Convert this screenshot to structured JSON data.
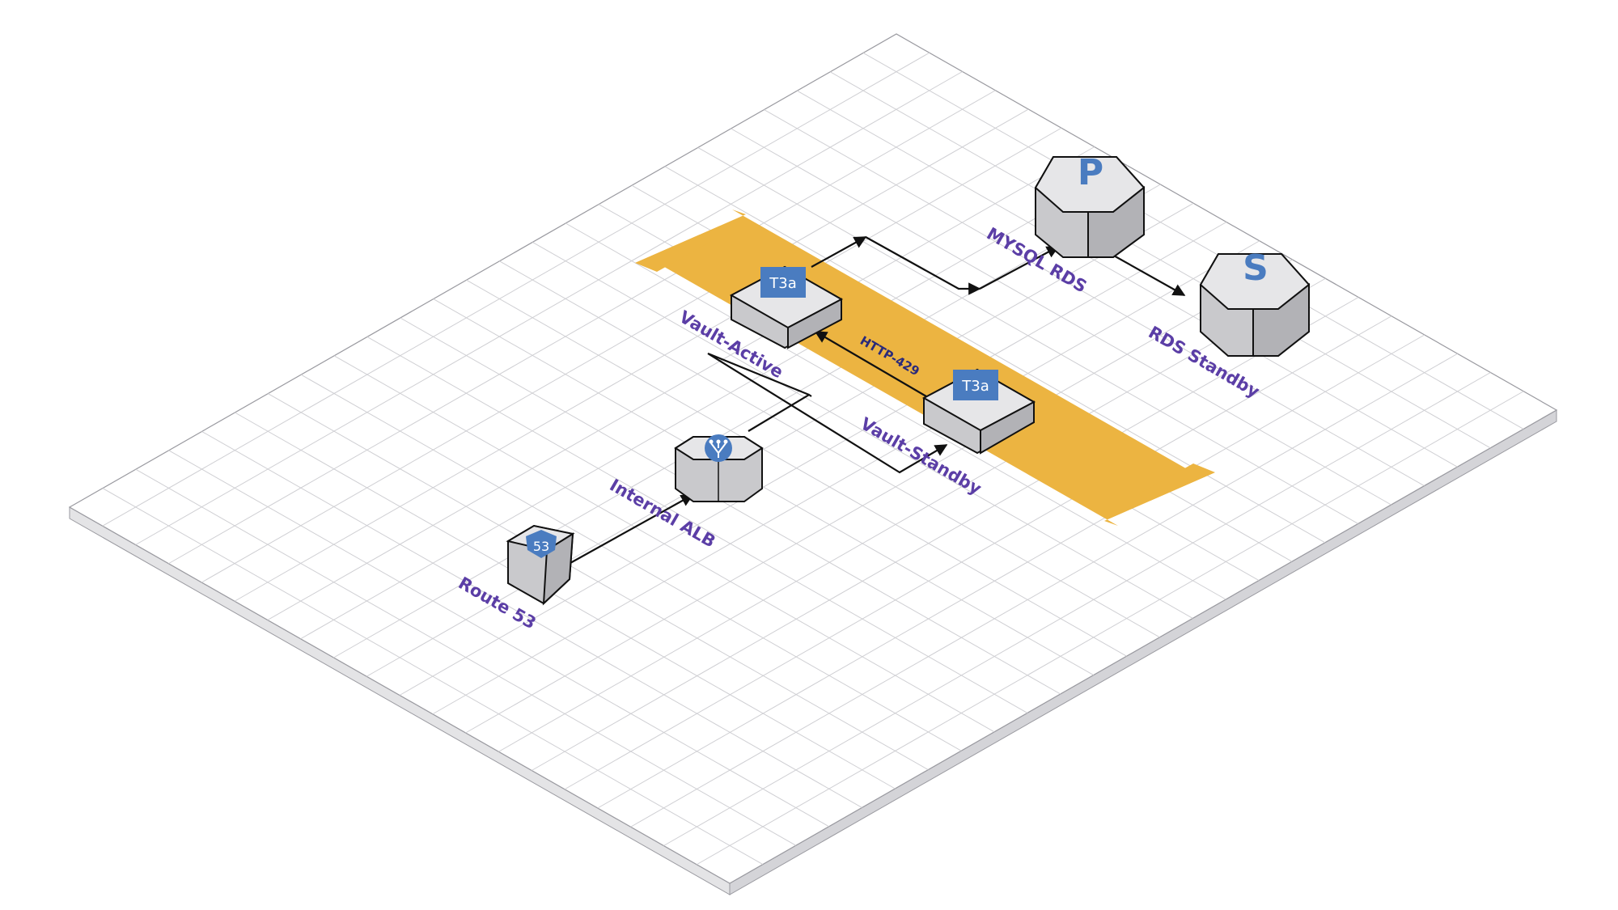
{
  "nodes": {
    "route53": {
      "label": "Route 53",
      "badge": "53",
      "icon": "route53-shield-icon"
    },
    "alb": {
      "label": "Internal ALB",
      "icon": "load-balancer-icon"
    },
    "vault_active": {
      "label": "Vault-Active",
      "badge": "T3a",
      "icon": "ec2-instance-icon"
    },
    "vault_standby": {
      "label": "Vault-Standby",
      "badge": "T3a",
      "icon": "ec2-instance-icon"
    },
    "mysql_rds": {
      "label": "MYSQL RDS",
      "badge": "P",
      "icon": "rds-primary-icon"
    },
    "rds_standby": {
      "label": "RDS Standby",
      "badge": "S",
      "icon": "rds-standby-icon"
    }
  },
  "connections": {
    "http_label": "HTTP-429"
  },
  "colors": {
    "band": "#ecb441",
    "label": "#5b3ea6",
    "badge": "#4a7cc0",
    "grid": "#cfcfd3"
  }
}
